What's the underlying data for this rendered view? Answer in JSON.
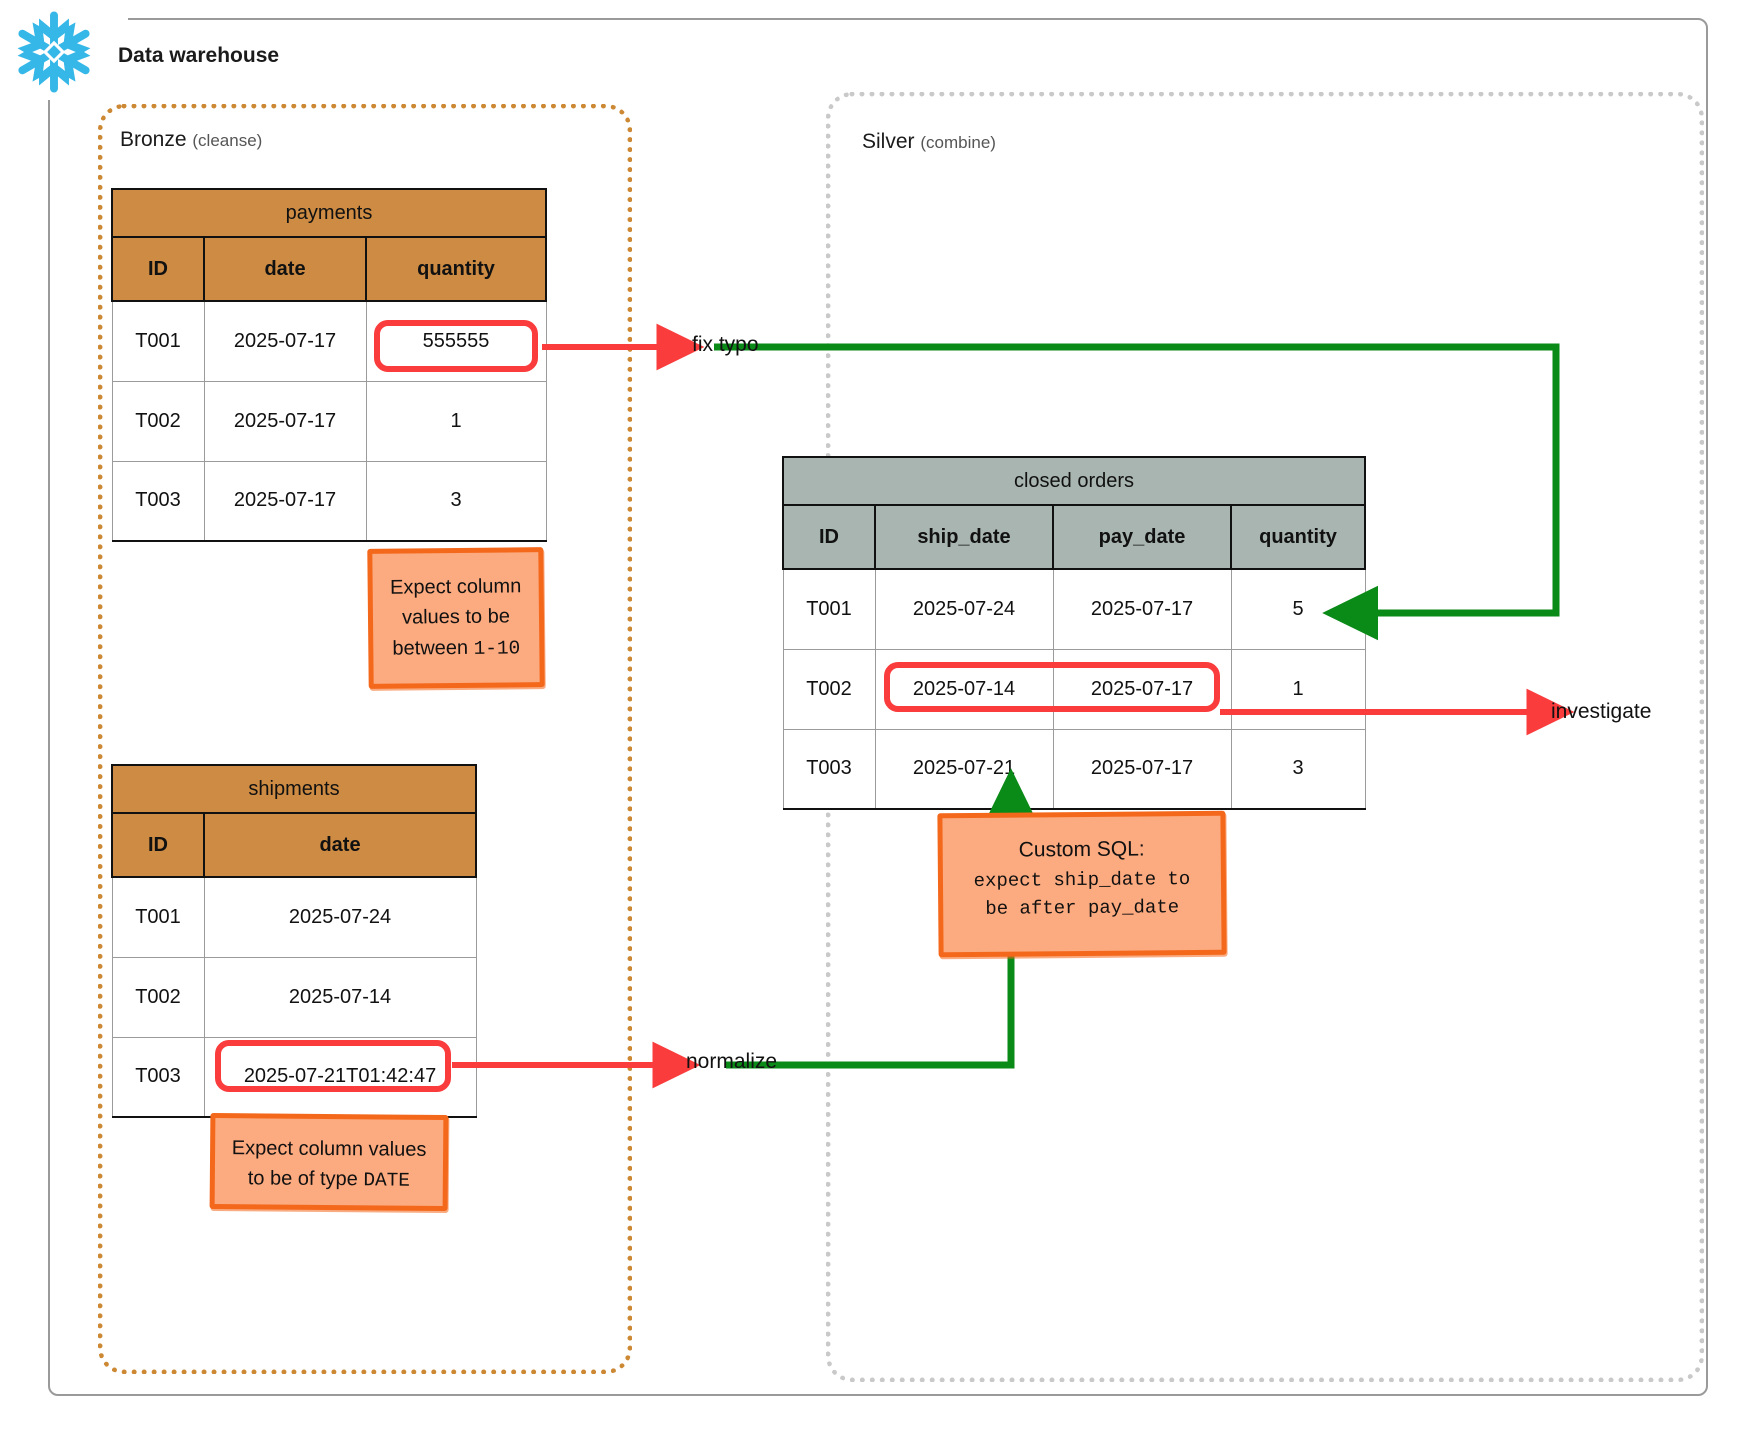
{
  "diagram": {
    "title": "Data warehouse",
    "logo_icon": "snowflake-icon"
  },
  "zones": {
    "bronze": {
      "name": "Bronze",
      "subtitle": "(cleanse)",
      "border_color": "#cc8833"
    },
    "silver": {
      "name": "Silver",
      "subtitle": "(combine)",
      "border_color": "#c9c9c9"
    }
  },
  "tables": {
    "payments": {
      "title": "payments",
      "header_color": "#cd8b43",
      "columns": [
        "ID",
        "date",
        "quantity"
      ],
      "rows": [
        [
          "T001",
          "2025-07-17",
          "555555"
        ],
        [
          "T002",
          "2025-07-17",
          "1"
        ],
        [
          "T003",
          "2025-07-17",
          "3"
        ]
      ]
    },
    "shipments": {
      "title": "shipments",
      "header_color": "#cd8b43",
      "columns": [
        "ID",
        "date"
      ],
      "rows": [
        [
          "T001",
          "2025-07-24"
        ],
        [
          "T002",
          "2025-07-14"
        ],
        [
          "T003",
          "2025-07-21T01:42:47"
        ]
      ]
    },
    "closed_orders": {
      "title": "closed orders",
      "header_color": "#a9b5b0",
      "columns": [
        "ID",
        "ship_date",
        "pay_date",
        "quantity"
      ],
      "rows": [
        [
          "T001",
          "2025-07-24",
          "2025-07-17",
          "5"
        ],
        [
          "T002",
          "2025-07-14",
          "2025-07-17",
          "1"
        ],
        [
          "T003",
          "2025-07-21",
          "2025-07-17",
          "3"
        ]
      ]
    }
  },
  "notes": {
    "range": {
      "line1": "Expect column",
      "line2": "values to be",
      "line3_prefix": "between ",
      "line3_mono": "1-10"
    },
    "date_type": {
      "line1": "Expect column values",
      "line2_prefix": "to be of type ",
      "line2_mono": "DATE"
    },
    "custom_sql": {
      "line1": "Custom SQL:",
      "line2": "expect ship_date to",
      "line3": "be after pay_date"
    }
  },
  "flows": {
    "fix_typo": "fix typo",
    "normalize": "normalize",
    "investigate": "investigate"
  },
  "colors": {
    "highlight_red": "#fa3c3c",
    "flow_green": "#0a8a17",
    "note_fill": "#fcaa7f",
    "note_border": "#f4681c",
    "snowflake_blue": "#35b7e8"
  }
}
